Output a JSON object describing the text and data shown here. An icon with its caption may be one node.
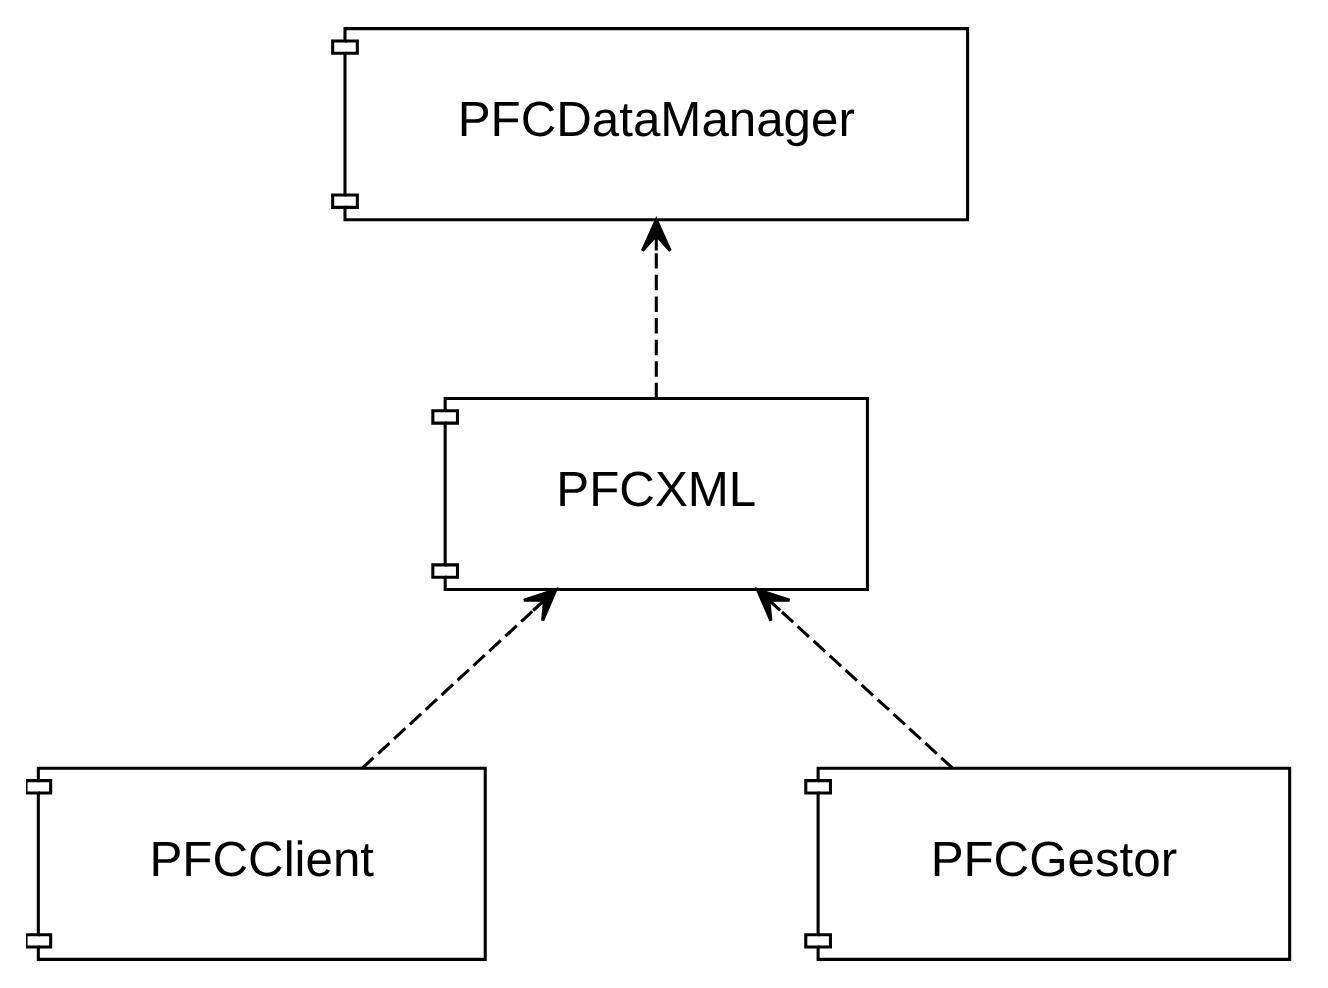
{
  "diagram": {
    "nodes": [
      {
        "text": [
          "PFCDataManager"
        ]
      },
      {
        "text": [
          "PFCXML"
        ]
      },
      {
        "text": [
          "PFCClient"
        ]
      },
      {
        "text": [
          "PFCGestor"
        ]
      }
    ],
    "edges": [
      {
        "from": 1,
        "to": 0,
        "arrow": "to",
        "style": "dashed"
      },
      {
        "from": 2,
        "to": 1,
        "arrow": "to",
        "style": "dashed"
      },
      {
        "from": 3,
        "to": 1,
        "arrow": "to",
        "style": "dashed"
      }
    ]
  }
}
